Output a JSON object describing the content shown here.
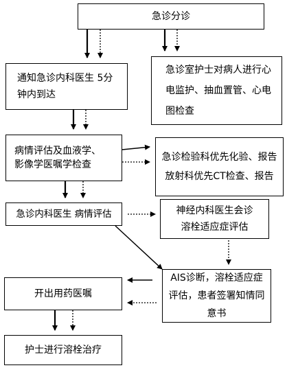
{
  "nodes": {
    "triage": "急诊分诊",
    "notify": "通知急诊内科医生 5分钟内到达",
    "nurse": "急诊室护士对病人进行心电监护、抽血置管、心电图检查",
    "assess": "病情评估及血液学、影像学医嘱学检查",
    "priority": "急诊检验科优先化验、报告 放射科优先CT检查、报告",
    "doctor_assess": "急诊内科医生 病情评估",
    "neuro": "神经内科医生会诊 溶栓适应症评估",
    "ais": "AIS诊断，溶栓适应症评估，患者签署知情同意书",
    "prescribe": "开出用药医嘱",
    "thrombolysis": "护士进行溶栓治疗"
  }
}
